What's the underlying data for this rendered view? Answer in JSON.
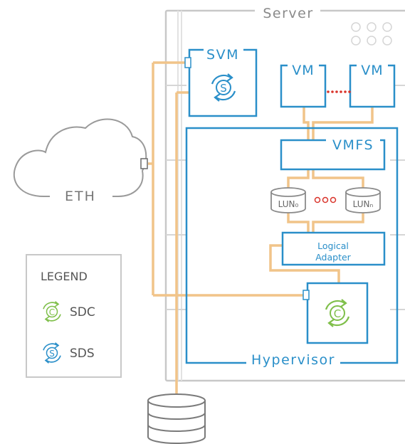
{
  "server": {
    "title": "Server"
  },
  "svm": {
    "label": "SVM",
    "icon_letter": "S"
  },
  "vms": [
    {
      "label": "VM"
    },
    {
      "label": "VM"
    }
  ],
  "network": {
    "label": "ETH"
  },
  "vmfs": {
    "label": "VMFS"
  },
  "luns": [
    {
      "label": "LUN₀"
    },
    {
      "label": "LUNₙ"
    }
  ],
  "logical_adapter": {
    "line1": "Logical",
    "line2": "Adapter"
  },
  "sdc_node": {
    "icon_letter": "C"
  },
  "hypervisor": {
    "label": "Hypervisor"
  },
  "legend": {
    "title": "LEGEND",
    "items": [
      {
        "icon_letter": "C",
        "label": "SDC"
      },
      {
        "icon_letter": "S",
        "label": "SDS"
      }
    ]
  },
  "colors": {
    "blue": "#2a8fc9",
    "green": "#7fbf4a",
    "orange": "#f1c489",
    "gray": "#c8c8c8",
    "text_gray": "#555555",
    "red_dots": "#d9342b"
  }
}
